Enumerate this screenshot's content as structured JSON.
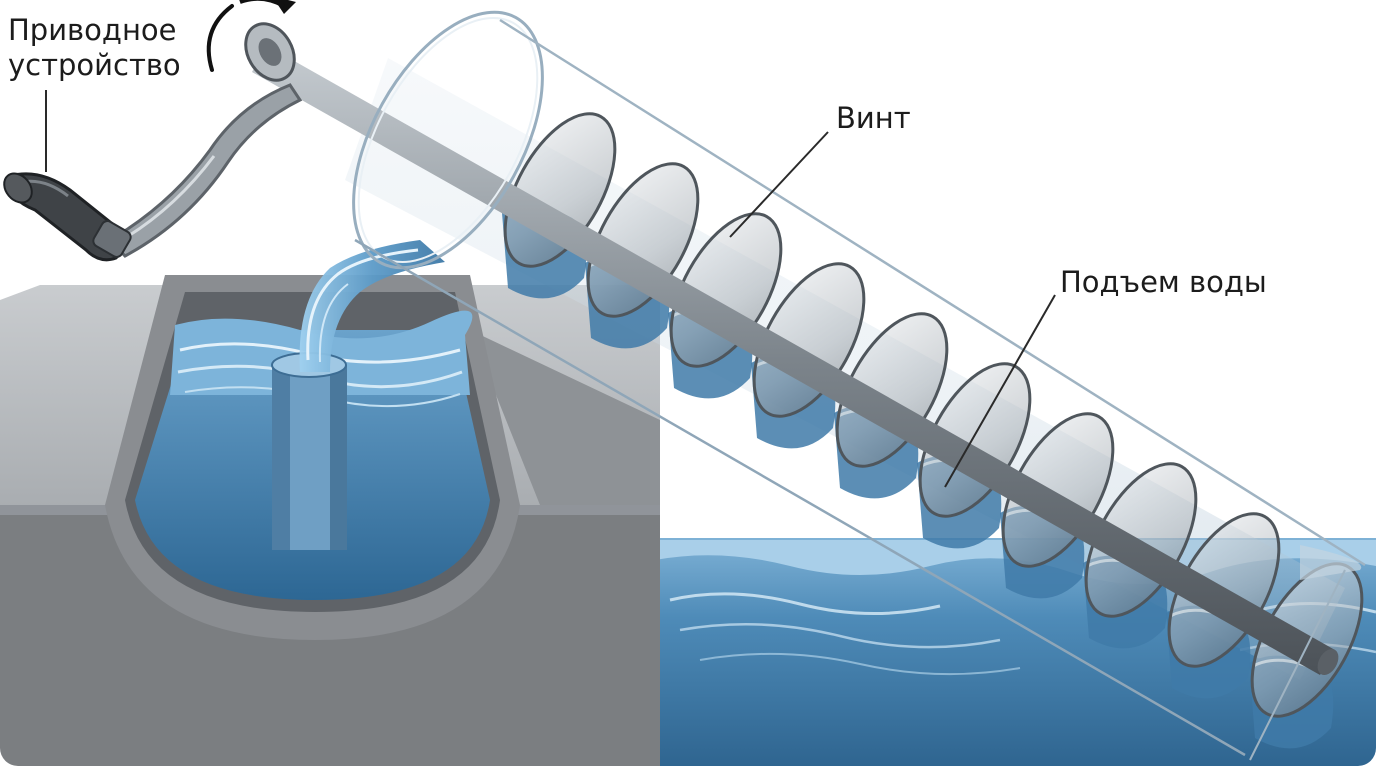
{
  "labels": {
    "drive_line1": "Приводное",
    "drive_line2": "устройство",
    "screw": "Винт",
    "water_lift": "Подъем воды"
  },
  "colors": {
    "background": "#ffffff",
    "water_dark": "#3f79a8",
    "water_light": "#8cc0e2",
    "concrete": "#7d7f82",
    "concrete_top": "#b9bcbf",
    "steel": "#8a9096",
    "tube_glass": "#d8e4ec",
    "label_text": "#1c1c1c"
  },
  "icons": [
    "rotation-arrow-icon",
    "crank-handle-icon"
  ]
}
